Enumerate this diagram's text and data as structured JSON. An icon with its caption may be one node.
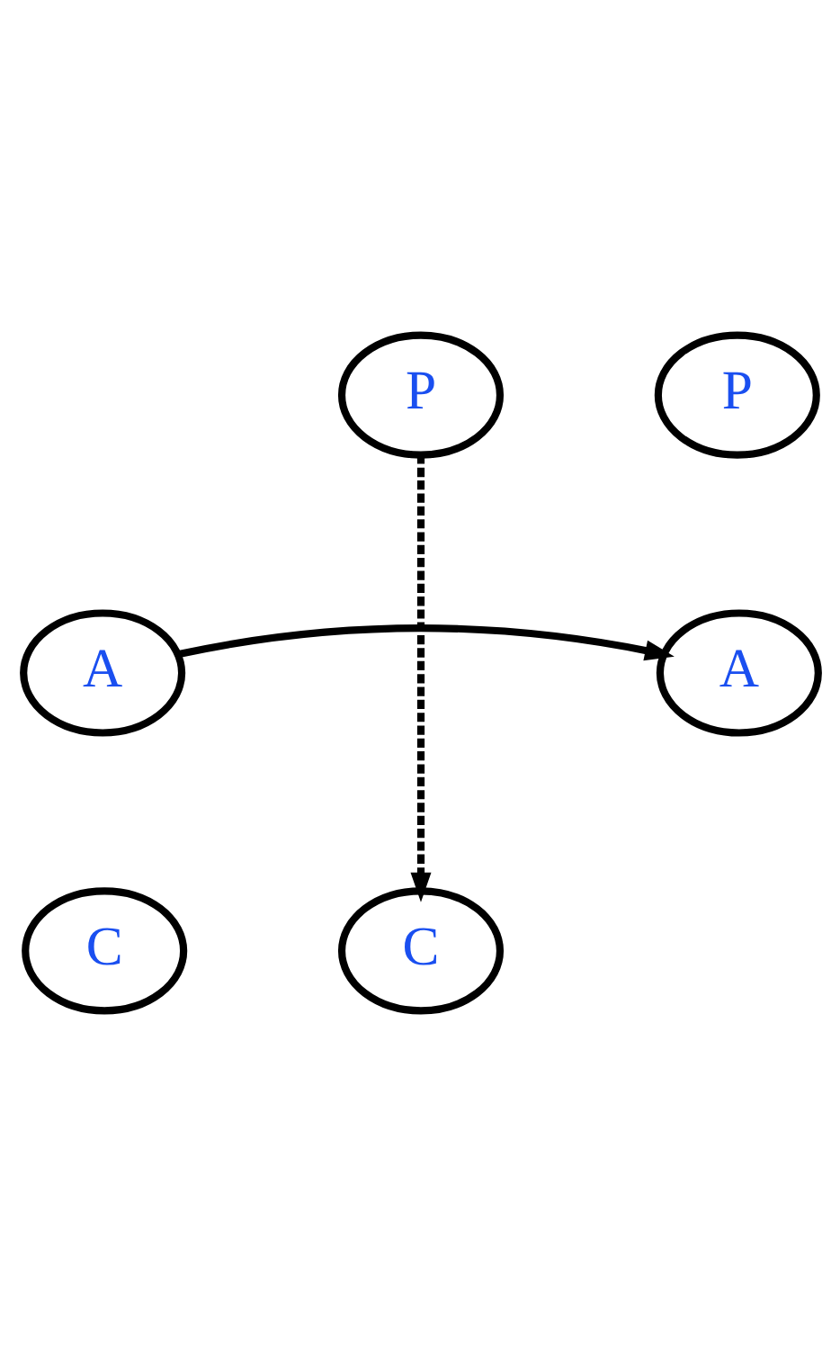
{
  "diagram": {
    "nodes": [
      {
        "text": [
          "P"
        ]
      },
      {
        "text": [
          "P"
        ]
      },
      {
        "text": [
          "A"
        ]
      },
      {
        "text": [
          "A"
        ]
      },
      {
        "text": [
          "C"
        ]
      },
      {
        "text": [
          "C"
        ]
      }
    ],
    "edges": [
      {
        "from": 0,
        "to": 5,
        "arrow": "to",
        "style": "dashed"
      },
      {
        "from": 2,
        "to": 3,
        "arrow": "to"
      }
    ]
  }
}
